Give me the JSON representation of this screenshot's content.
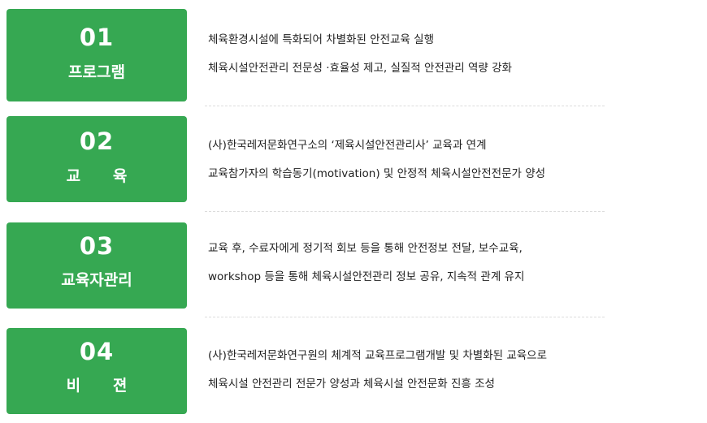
{
  "accent_color": "#36a852",
  "rows": [
    {
      "number": "01",
      "title": "프로그램",
      "lines": [
        "체육환경시설에 특화되어 차별화된 안전교육 실행",
        "체육시설안전관리 전문성 ·효율성 제고, 실질적 안전관리 역량 강화"
      ]
    },
    {
      "number": "02",
      "title": "교      육",
      "lines": [
        "(사)한국레저문화연구소의 ‘제육시설안전관리사’ 교육과 연계",
        "교육참가자의 학습동기(motivation) 및 안정적 체육시설안전전문가 양성"
      ]
    },
    {
      "number": "03",
      "title": "교육자관리",
      "lines": [
        "교육 후, 수료자에게 정기적 회보 등을 통해 안전정보 전달, 보수교육,",
        "workshop 등을 통해 체육시설안전관리 정보 공유, 지속적 관계 유지"
      ]
    },
    {
      "number": "04",
      "title": "비      젼",
      "lines": [
        "(사)한국레저문화연구원의 체계적 교육프로그램개발 및 차별화된 교육으로",
        "체육시설 안전관리 전문가 양성과 체육시설 안전문화 진흥 조성"
      ]
    }
  ]
}
